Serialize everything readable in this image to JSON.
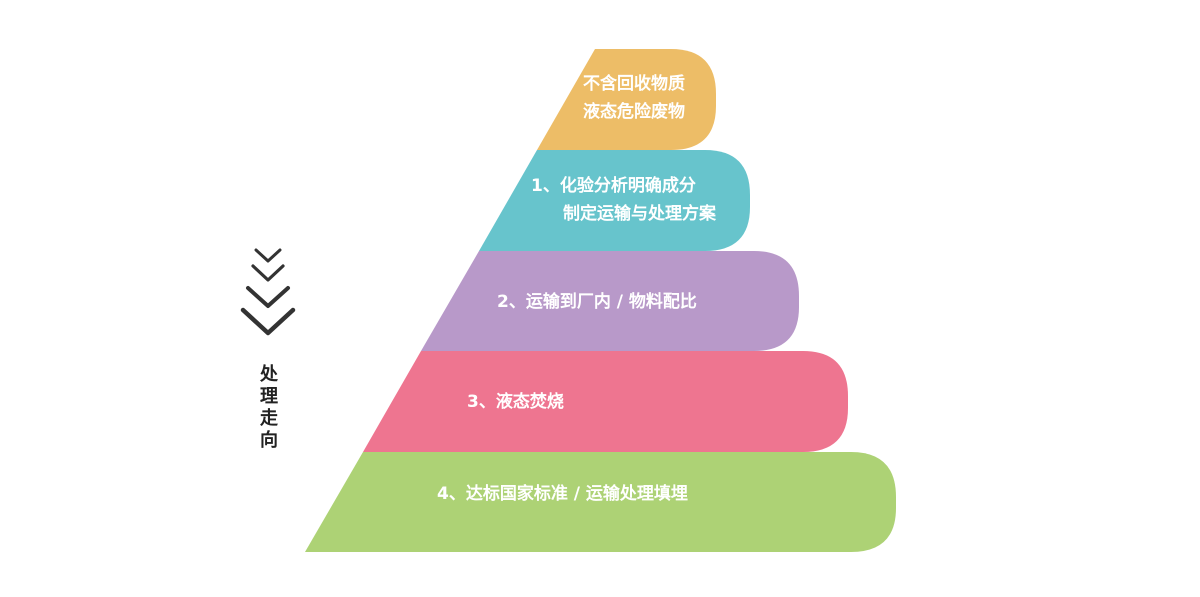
{
  "diagram": {
    "type": "pyramid",
    "direction_label": [
      "处",
      "理",
      "走",
      "向"
    ],
    "layers": [
      {
        "lines": [
          "不含回收物质",
          "液态危险废物"
        ],
        "color": "#edbd67"
      },
      {
        "lines": [
          "1、化验分析明确成分",
          "制定运输与处理方案"
        ],
        "color": "#67c4cc"
      },
      {
        "lines": [
          "2、运输到厂内 / 物料配比"
        ],
        "color": "#b899c9"
      },
      {
        "lines": [
          "3、液态焚烧"
        ],
        "color": "#ee7590"
      },
      {
        "lines": [
          "4、达标国家标准 / 运输处理填埋"
        ],
        "color": "#add275"
      }
    ],
    "arrow_color": "#333333"
  }
}
